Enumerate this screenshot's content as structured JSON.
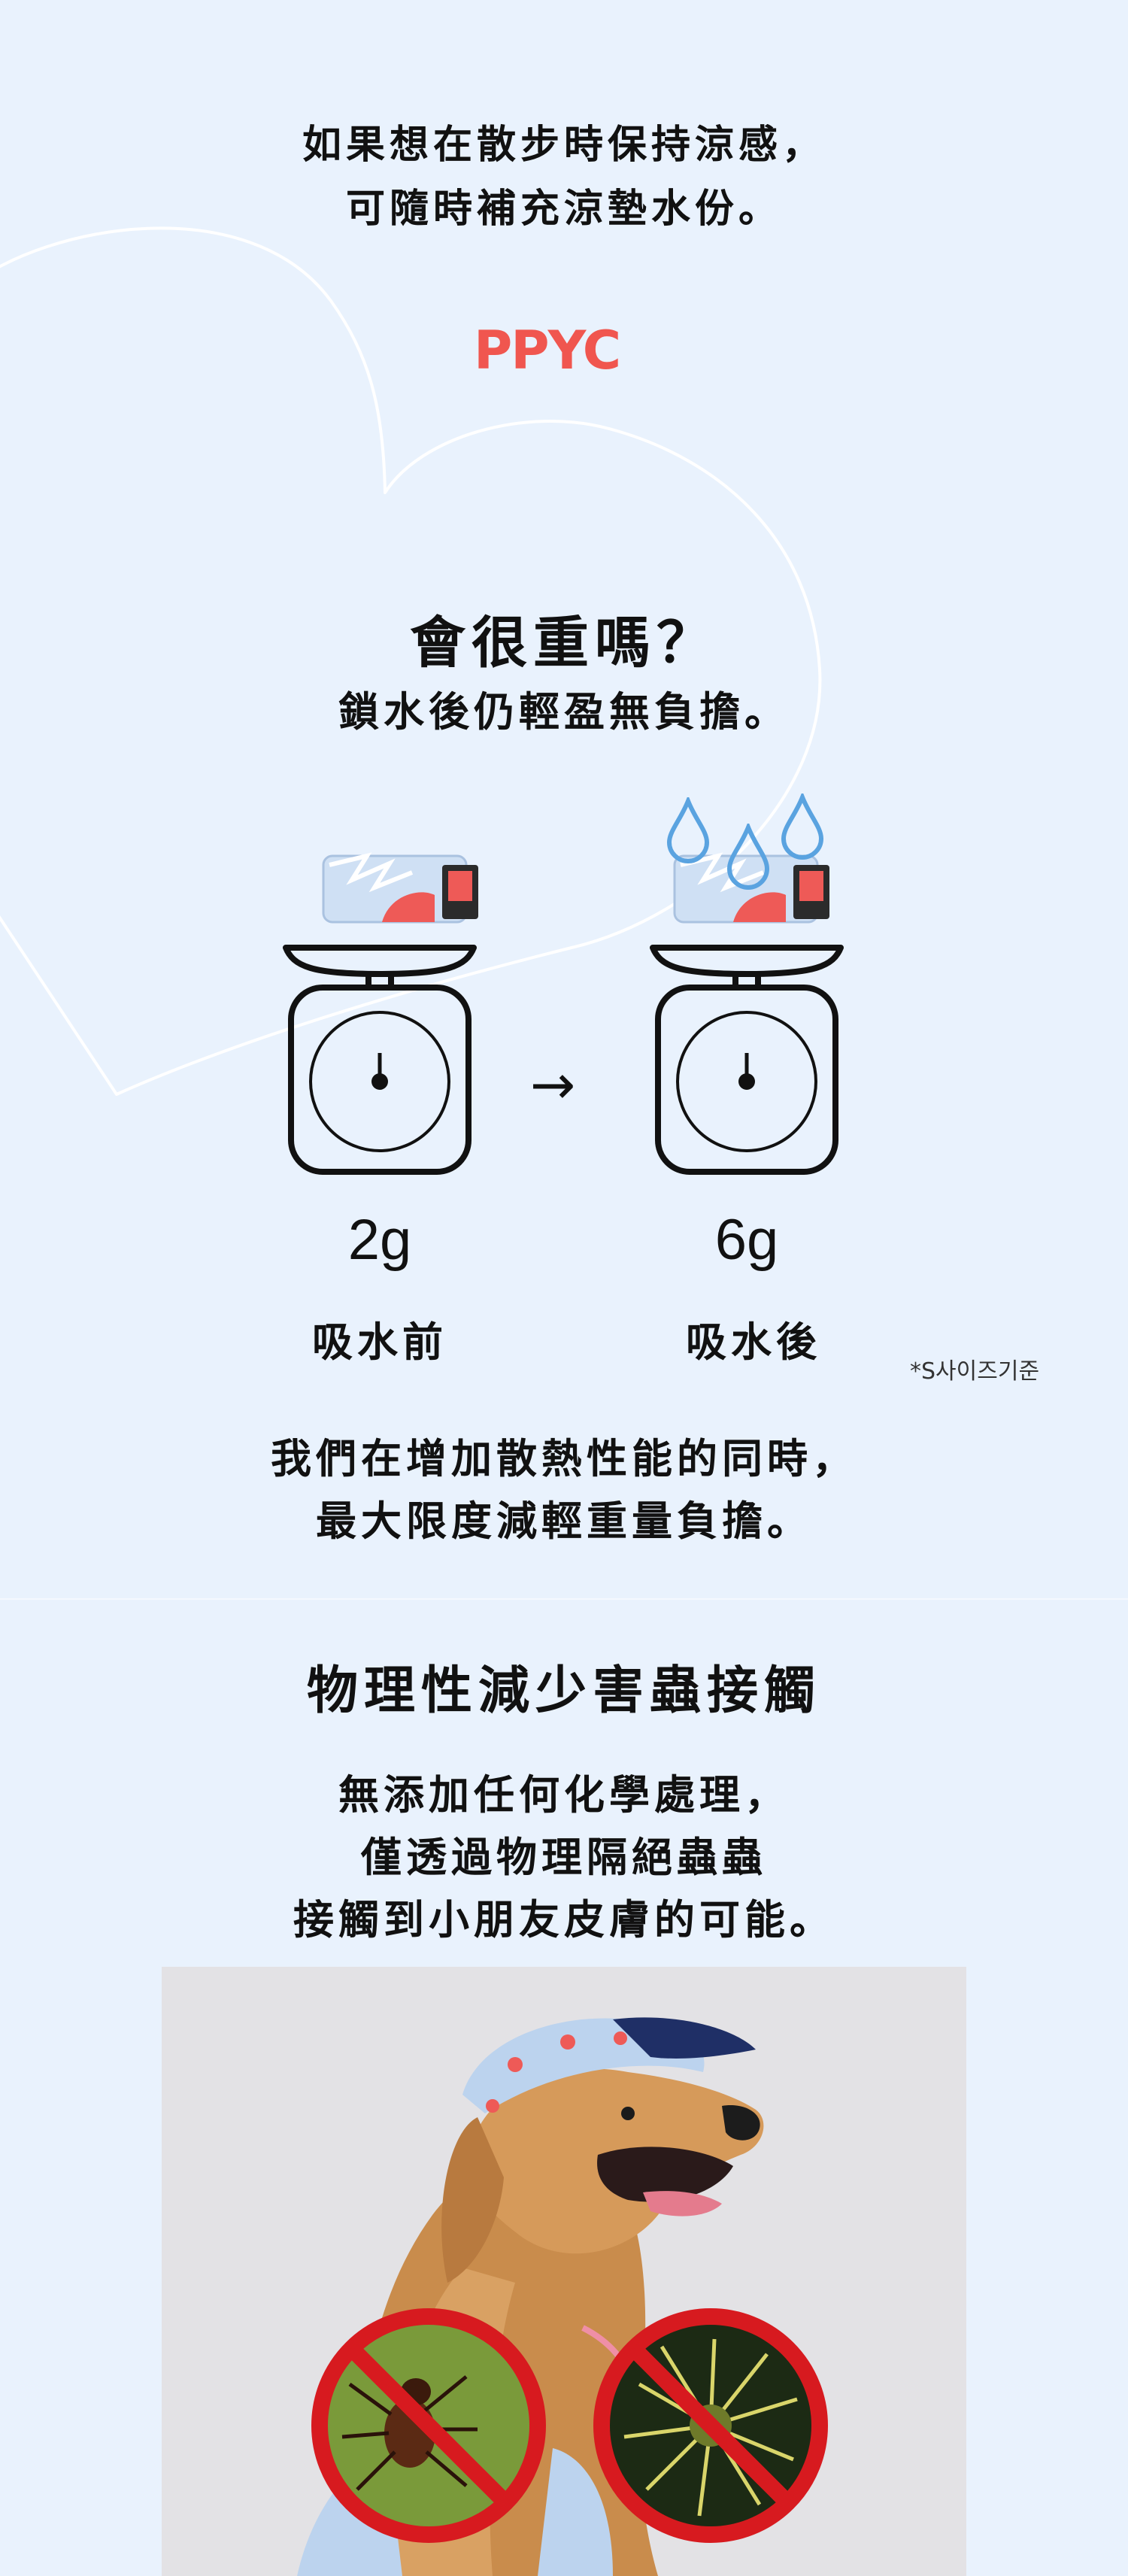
{
  "section_cooling": {
    "line1": "如果想在散步時保持涼感，",
    "line2": "可隨時補充涼墊水份。",
    "logo_text": "PPYC"
  },
  "section_weight": {
    "heading": "會很重嗎？",
    "subheading": "鎖水後仍輕盈無負擔。",
    "before": {
      "weight": "2g",
      "label": "吸水前"
    },
    "after": {
      "weight": "6g",
      "label": "吸水後"
    },
    "arrow": "→",
    "note": "*S사이즈기준",
    "closing_line1": "我們在增加散熱性能的同時，",
    "closing_line2": "最大限度減輕重量負擔。"
  },
  "section_insects": {
    "heading": "物理性減少害蟲接觸",
    "line1": "無添加任何化學處理，",
    "line2": "僅透過物理隔絕蟲蟲",
    "line3": "接觸到小朋友皮膚的可能。"
  },
  "colors": {
    "background": "#e9f2fd",
    "logo": "#f0564f",
    "prohibit_red": "#d71a1f",
    "drop_blue": "#5aa3e0"
  },
  "icons": [
    "heart-outline-icon",
    "scale-icon",
    "water-drop-icon",
    "arrow-right-icon",
    "prohibit-tick-icon",
    "prohibit-burr-icon"
  ]
}
